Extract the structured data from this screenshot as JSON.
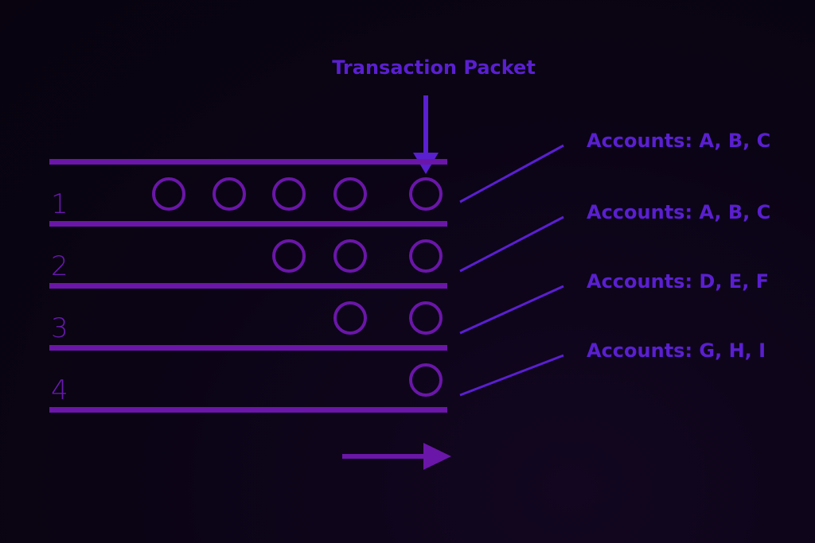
{
  "title": "Transaction Packet",
  "lanes": [
    {
      "number": "1",
      "packets": 5,
      "accounts_label": "Accounts: A, B, C"
    },
    {
      "number": "2",
      "packets": 3,
      "accounts_label": "Accounts: A, B, C"
    },
    {
      "number": "3",
      "packets": 2,
      "accounts_label": "Accounts: D, E, F"
    },
    {
      "number": "4",
      "packets": 1,
      "accounts_label": "Accounts: G, H, I"
    }
  ],
  "colors": {
    "lane": "#6a16a8",
    "text": "#5a1fd0",
    "background": "#0a0414"
  }
}
